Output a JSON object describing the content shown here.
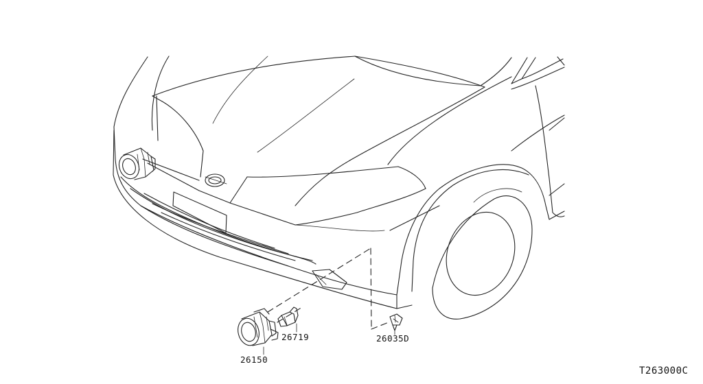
{
  "diagram": {
    "parts": [
      {
        "number": "26150"
      },
      {
        "number": "26719"
      },
      {
        "number": "26035D"
      }
    ],
    "figure_id": "T263000C"
  }
}
